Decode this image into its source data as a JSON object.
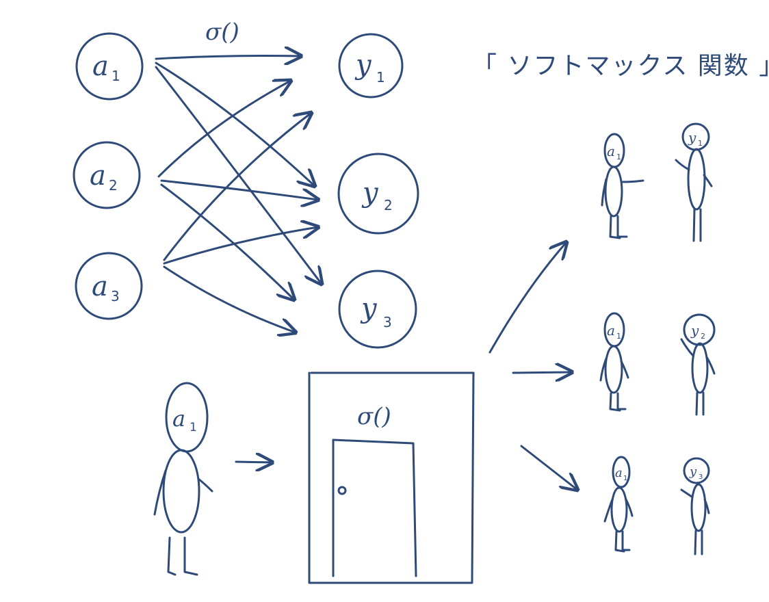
{
  "title": "「 ソフトマックス 関数 」",
  "function_label": "σ()",
  "inputs": [
    {
      "var": "a",
      "sub": "1"
    },
    {
      "var": "a",
      "sub": "2"
    },
    {
      "var": "a",
      "sub": "3"
    }
  ],
  "outputs": [
    {
      "var": "y",
      "sub": "1"
    },
    {
      "var": "y",
      "sub": "2"
    },
    {
      "var": "y",
      "sub": "3"
    }
  ],
  "box_label": "σ()",
  "person_input": {
    "var": "a",
    "sub": "1"
  },
  "pairs": [
    {
      "left": {
        "var": "a",
        "sub": "1"
      },
      "right": {
        "var": "y",
        "sub": "1"
      }
    },
    {
      "left": {
        "var": "a",
        "sub": "1"
      },
      "right": {
        "var": "y",
        "sub": "2"
      }
    },
    {
      "left": {
        "var": "a",
        "sub": "1"
      },
      "right": {
        "var": "y",
        "sub": "3"
      }
    }
  ],
  "colors": {
    "ink": "#2e4a78",
    "paper": "#ffffff"
  }
}
